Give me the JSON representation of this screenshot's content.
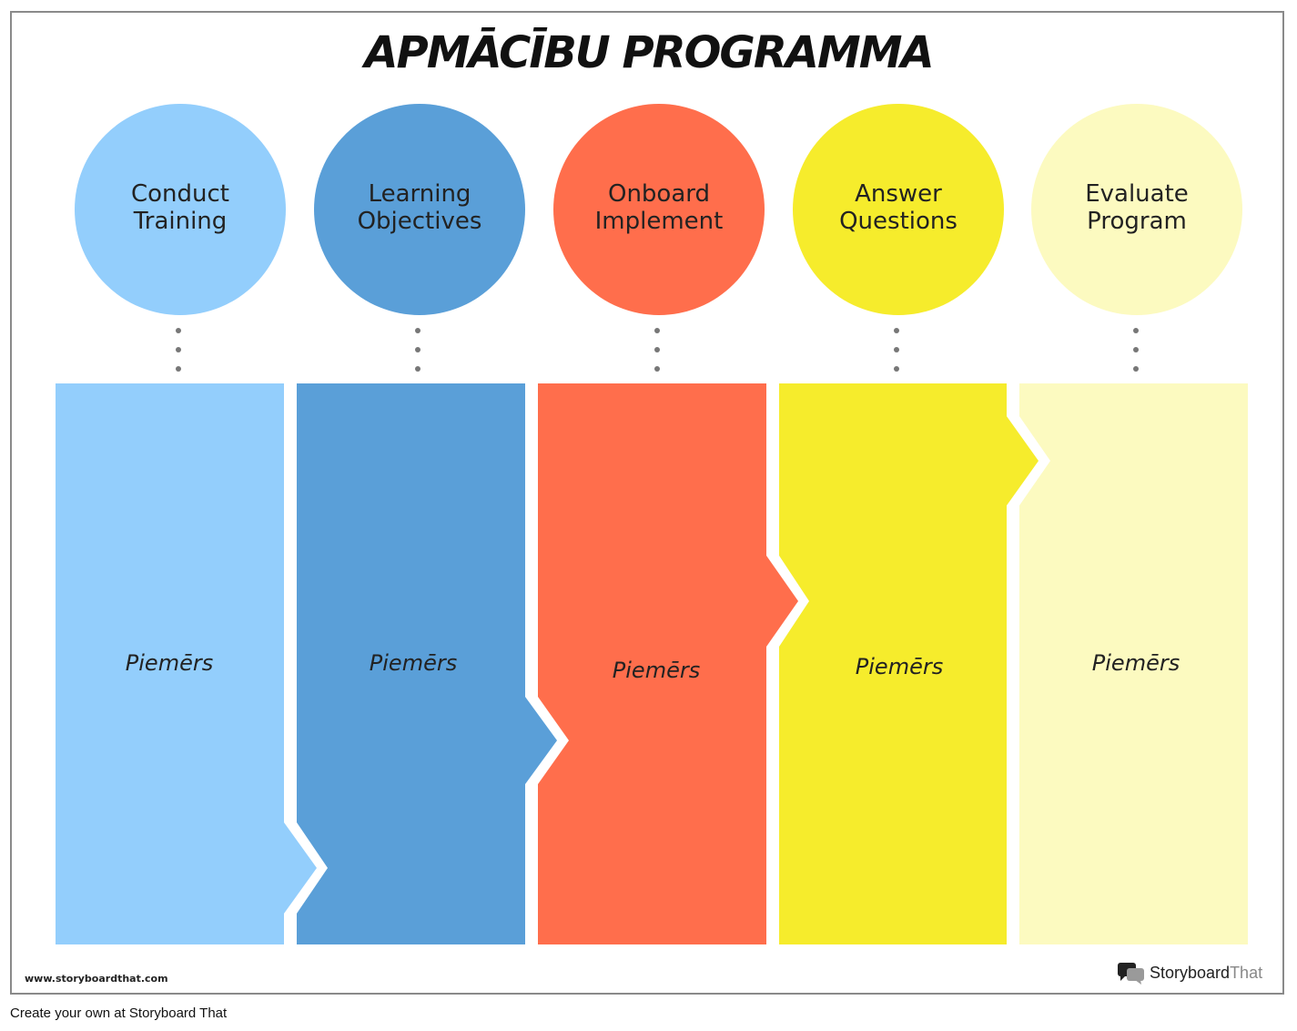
{
  "title": "APMĀCĪBU PROGRAMMA",
  "steps": [
    {
      "label": "Conduct\nTraining",
      "example": "Piemērs",
      "color": "#93cefc"
    },
    {
      "label": "Learning\nObjectives",
      "example": "Piemērs",
      "color": "#5a9fd8"
    },
    {
      "label": "Onboard\nImplement",
      "example": "Piemērs",
      "color": "#ff6e4c"
    },
    {
      "label": "Answer\nQuestions",
      "example": "Piemērs",
      "color": "#f6ec2c"
    },
    {
      "label": "Evaluate\nProgram",
      "example": "Piemērs",
      "color": "#fcfac0"
    }
  ],
  "watermark_url": "www.storyboardthat.com",
  "logo": {
    "bold": "Storyboard",
    "light": "That"
  },
  "footer": "Create your own at Storyboard That"
}
